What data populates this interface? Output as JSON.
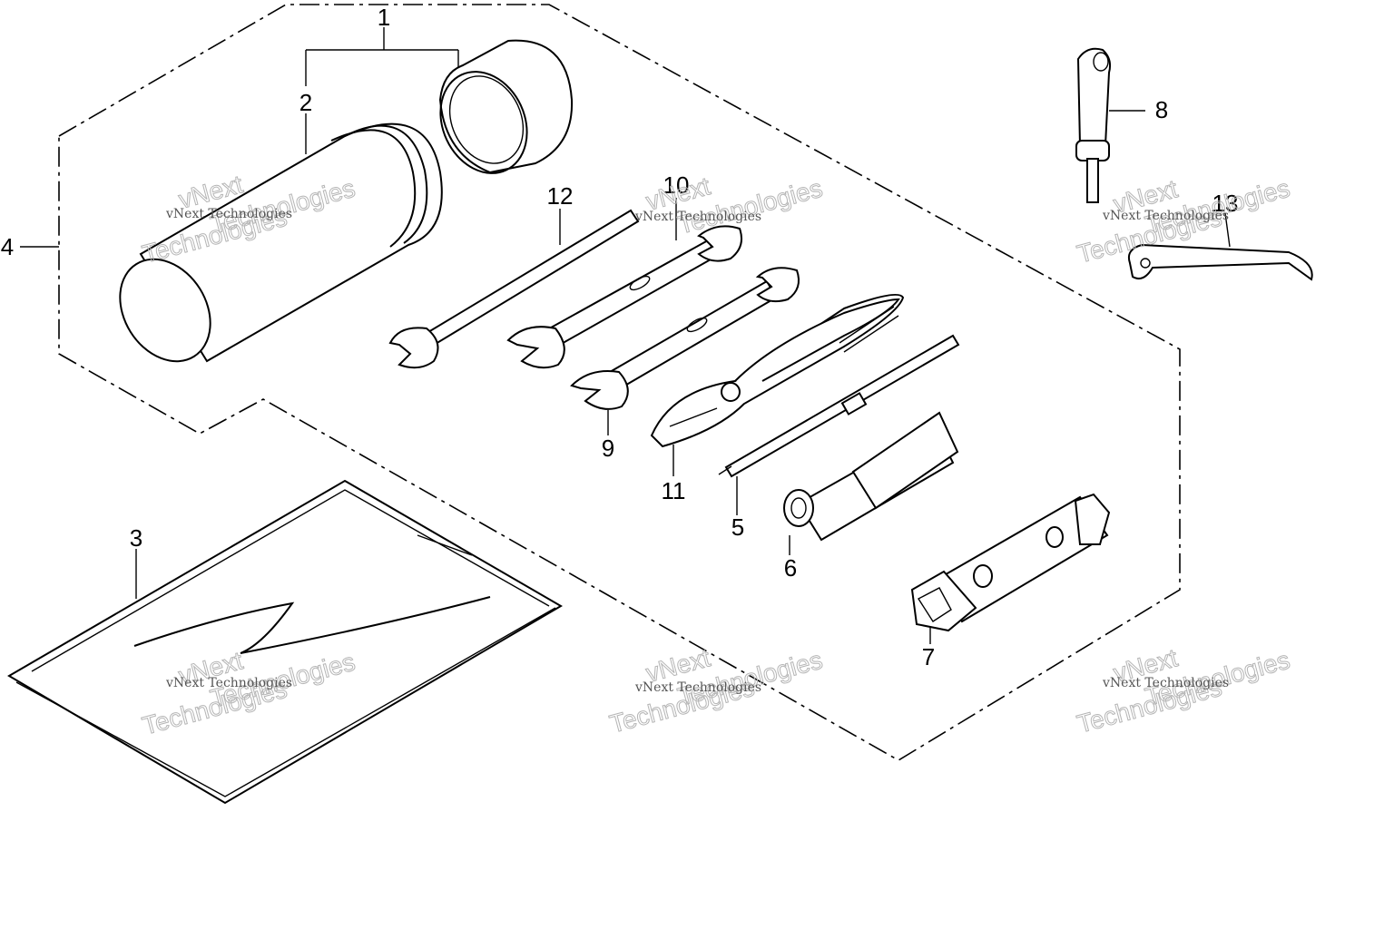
{
  "callouts": {
    "c1": "1",
    "c2": "2",
    "c3": "3",
    "c4": "4",
    "c5": "5",
    "c6": "6",
    "c7": "7",
    "c8": "8",
    "c9": "9",
    "c10": "10",
    "c11": "11",
    "c12": "12",
    "c13": "13"
  },
  "watermark": {
    "small": "vNext Technologies",
    "big_line1": "vNext",
    "big_line2": "Technologies"
  }
}
